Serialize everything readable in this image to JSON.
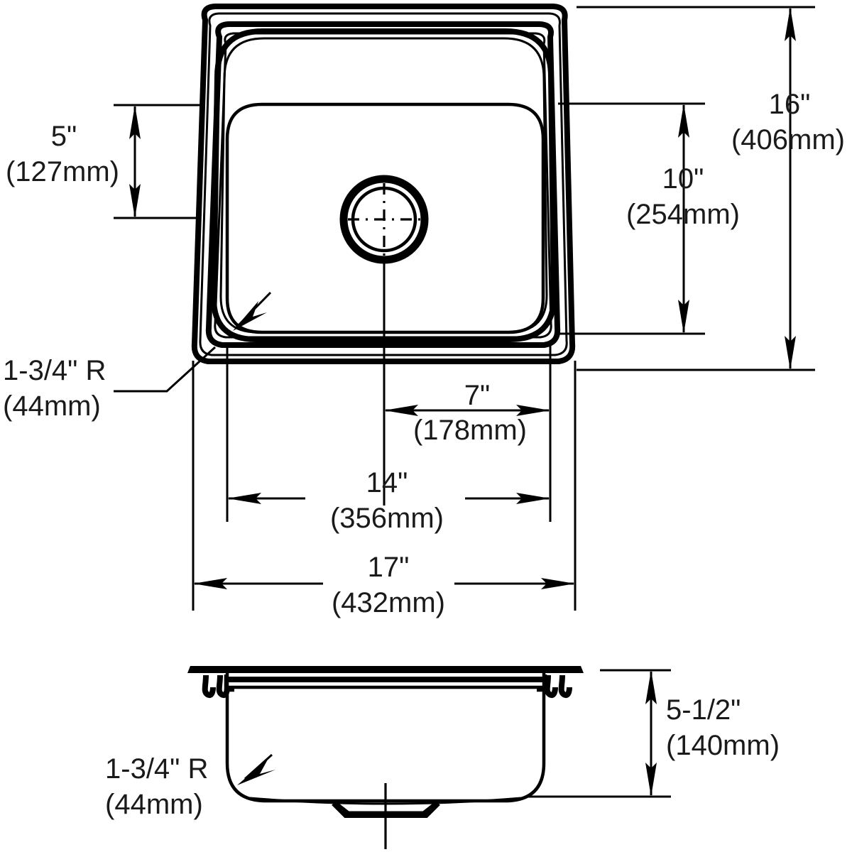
{
  "drawing": {
    "title": "Sink dimensional drawing",
    "views": {
      "top": {
        "name": "top-view",
        "label": ""
      },
      "section": {
        "name": "section-view",
        "label": ""
      }
    },
    "line_color": "#000000",
    "text_color": "#1a1a1a",
    "background": "#ffffff"
  },
  "dimensions": {
    "bowl_depth_front": {
      "name": "dimension-5in",
      "imperial": "5\"",
      "metric": "(127mm)",
      "value_in": 5,
      "value_mm": 127,
      "orientation": "vertical",
      "side": "left"
    },
    "bowl_height": {
      "name": "dimension-10in",
      "imperial": "10\"",
      "metric": "(254mm)",
      "value_in": 10,
      "value_mm": 254,
      "orientation": "vertical",
      "side": "right"
    },
    "overall_height": {
      "name": "dimension-16in",
      "imperial": "16\"",
      "metric": "(406mm)",
      "value_in": 16,
      "value_mm": 406,
      "orientation": "vertical",
      "side": "far-right"
    },
    "drain_offset": {
      "name": "dimension-7in",
      "imperial": "7\"",
      "metric": "(178mm)",
      "value_in": 7,
      "value_mm": 178,
      "orientation": "horizontal"
    },
    "bowl_width": {
      "name": "dimension-14in",
      "imperial": "14\"",
      "metric": "(356mm)",
      "value_in": 14,
      "value_mm": 356,
      "orientation": "horizontal"
    },
    "overall_width": {
      "name": "dimension-17in",
      "imperial": "17\"",
      "metric": "(432mm)",
      "value_in": 17,
      "value_mm": 432,
      "orientation": "horizontal"
    },
    "bowl_depth_section": {
      "name": "dimension-5-1-2in",
      "imperial": "5-1/2\"",
      "metric": "(140mm)",
      "value_in": 5.5,
      "value_mm": 140,
      "orientation": "vertical",
      "side": "right"
    },
    "corner_radius_top": {
      "name": "radius-callout-top",
      "imperial": "1-3/4\" R",
      "metric": "(44mm)",
      "value_in": 1.75,
      "value_mm": 44,
      "type": "radius-leader"
    },
    "corner_radius_section": {
      "name": "radius-callout-section",
      "imperial": "1-3/4\" R",
      "metric": "(44mm)",
      "value_in": 1.75,
      "value_mm": 44,
      "type": "radius-leader"
    }
  }
}
